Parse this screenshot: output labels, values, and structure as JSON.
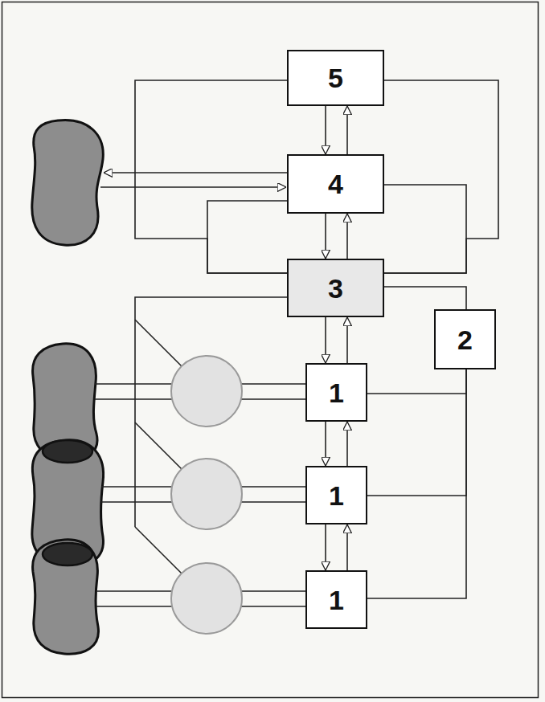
{
  "diagram": {
    "nodes": [
      {
        "text": [
          "5"
        ]
      },
      {
        "text": [
          "4"
        ]
      },
      {
        "text": [
          "3"
        ]
      },
      {
        "text": [
          "2"
        ]
      },
      {
        "text": [
          "1"
        ]
      },
      {
        "text": [
          "1"
        ]
      },
      {
        "text": [
          "1"
        ]
      }
    ],
    "edges": [
      {
        "from": 0,
        "to": 1,
        "arrow": "to"
      },
      {
        "from": 1,
        "to": 0,
        "arrow": "to"
      },
      {
        "from": 1,
        "to": 2,
        "arrow": "to"
      },
      {
        "from": 2,
        "to": 1,
        "arrow": "to"
      },
      {
        "from": 2,
        "to": 4,
        "arrow": "to"
      },
      {
        "from": 4,
        "to": 2,
        "arrow": "to"
      },
      {
        "from": 4,
        "to": 5,
        "arrow": "to"
      },
      {
        "from": 5,
        "to": 4,
        "arrow": "to"
      },
      {
        "from": 5,
        "to": 6,
        "arrow": "to"
      },
      {
        "from": 6,
        "to": 5,
        "arrow": "to"
      },
      {
        "from": 0,
        "to": 2,
        "arrow": "none"
      },
      {
        "from": 0,
        "to": 2,
        "arrow": "none"
      },
      {
        "from": 1,
        "to": 2,
        "arrow": "none"
      },
      {
        "from": 1,
        "to": 2,
        "arrow": "none"
      },
      {
        "from": 2,
        "to": 3,
        "arrow": "none"
      },
      {
        "from": 3,
        "to": 4,
        "arrow": "none"
      },
      {
        "from": 3,
        "to": 5,
        "arrow": "none"
      },
      {
        "from": 3,
        "to": 6,
        "arrow": "none"
      }
    ]
  }
}
